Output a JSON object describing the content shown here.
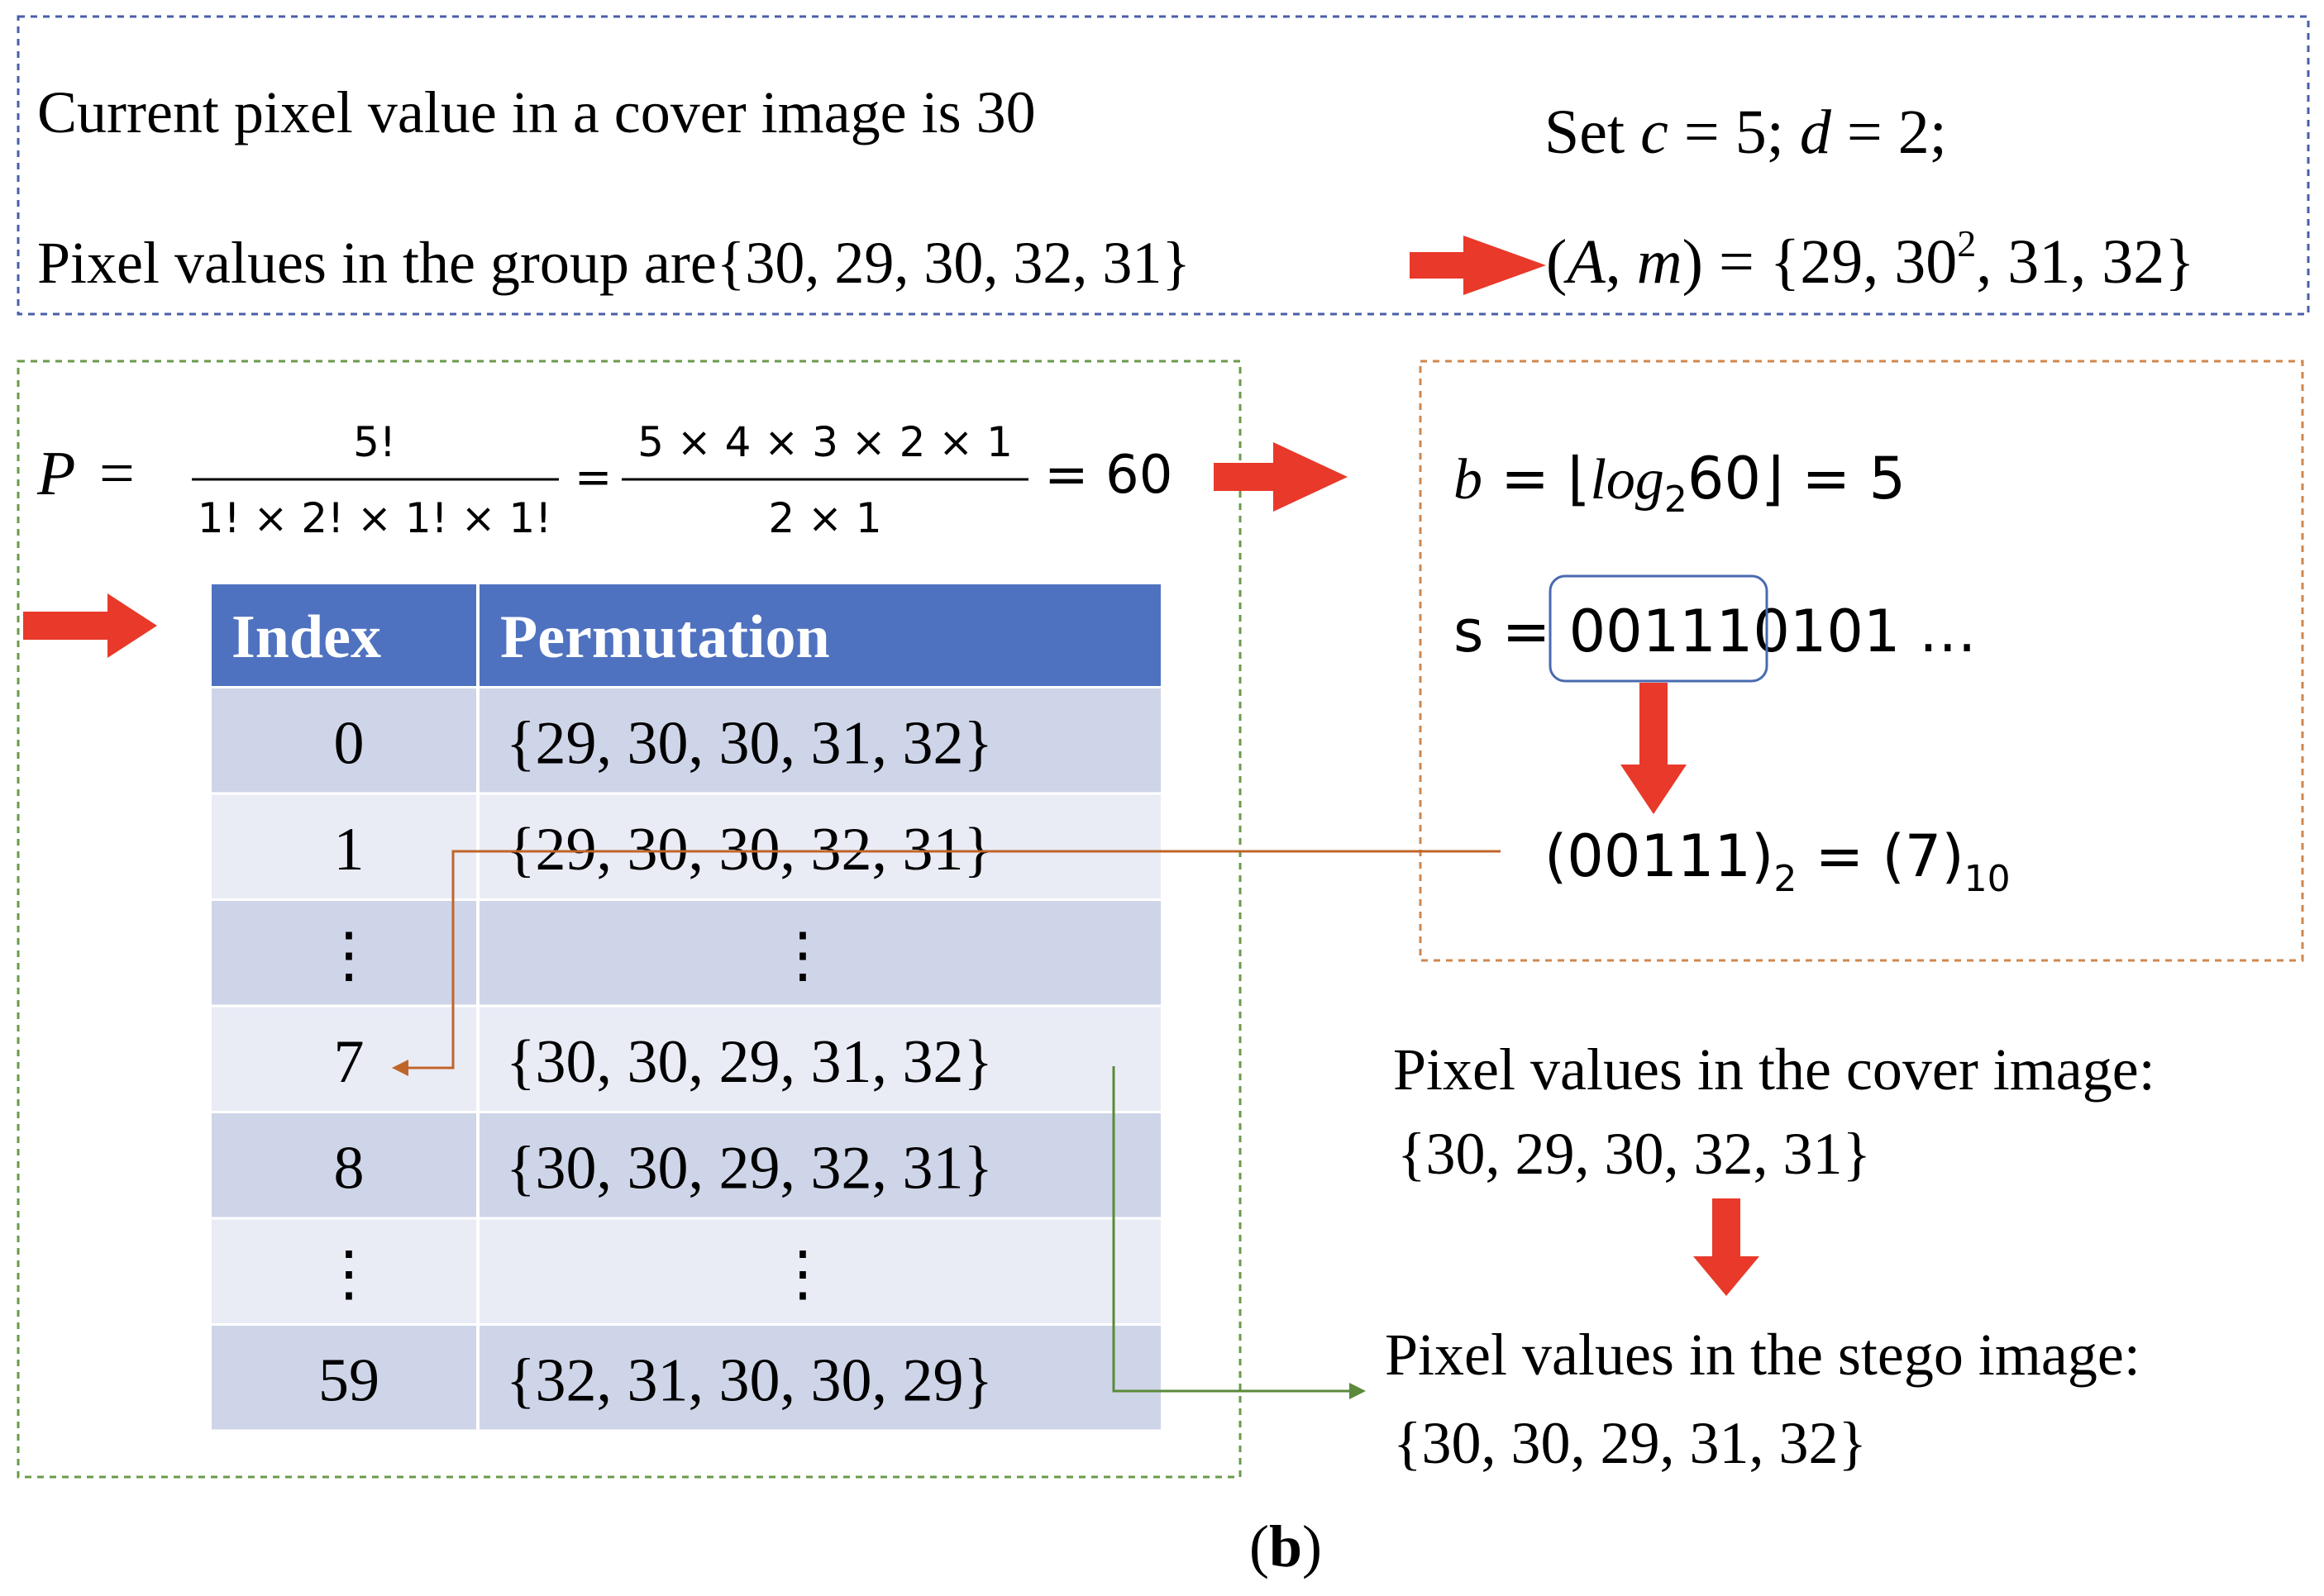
{
  "top_box": {
    "line1": "Current pixel value in a cover image is 30",
    "line2": "Pixel values in the group are{30, 29, 30, 32, 31}",
    "set_prefix": "Set ",
    "set_c": "c",
    "set_c_val": " = 5; ",
    "set_d": "d",
    "set_d_val": " = 2;",
    "am_lhs_open": "(",
    "am_A": "A",
    "am_comma": ", ",
    "am_m": "m",
    "am_close": ") = {29, 30",
    "am_sup": "2",
    "am_tail": ", 31, 32}"
  },
  "formula": {
    "p_label": "P",
    "eq": "=",
    "frac1_num": "5!",
    "frac1_den": "1! × 2! × 1! × 1!",
    "frac2_num": "5 × 4 × 3 × 2  × 1",
    "frac2_den": "2 × 1",
    "result": "= 60"
  },
  "table": {
    "header_index": "Index",
    "header_perm": "Permutation",
    "rows": [
      {
        "index": "0",
        "perm": "{29, 30, 30, 31, 32}"
      },
      {
        "index": "1",
        "perm": "{29, 30, 30, 32, 31}"
      },
      {
        "index": "⋮",
        "perm": "⋮"
      },
      {
        "index": "7",
        "perm": "{30, 30, 29, 31, 32}"
      },
      {
        "index": "8",
        "perm": "{30, 30, 29, 32, 31}"
      },
      {
        "index": "⋮",
        "perm": "⋮"
      },
      {
        "index": "59",
        "perm": "{32, 31, 30, 30, 29}"
      }
    ]
  },
  "right_box": {
    "b_var": "b",
    "b_expr_a": " = ⌊",
    "b_log": "log",
    "b_sub": "2",
    "b_expr_b": "60⌋ = 5",
    "s_label": "s = ",
    "s_bits_boxed": "00111",
    "s_bits_rest": "0101 …",
    "conv_left": "(00111)",
    "conv_left_sub": "2",
    "conv_mid": " = (7)",
    "conv_right_sub": "10"
  },
  "cover": {
    "title": "Pixel values in the cover image:",
    "values": "{30, 29, 30, 32, 31}"
  },
  "stego": {
    "title": "Pixel values in the stego image:",
    "values": "{30, 30, 29, 31, 32}"
  },
  "caption": {
    "open": "(",
    "letter": "b",
    "close": ")"
  },
  "colors": {
    "arrow_red": "#e8392a",
    "table_header": "#4f72c0",
    "row_dark": "#cfd5e8",
    "row_light": "#e9ecf5",
    "box_blue": "#4a5ea8",
    "box_green": "#6a9a4a",
    "box_orange": "#d0874e",
    "link_orange": "#c0652a",
    "link_green": "#5a8a3a",
    "highlight_box": "#4a6ab0"
  }
}
